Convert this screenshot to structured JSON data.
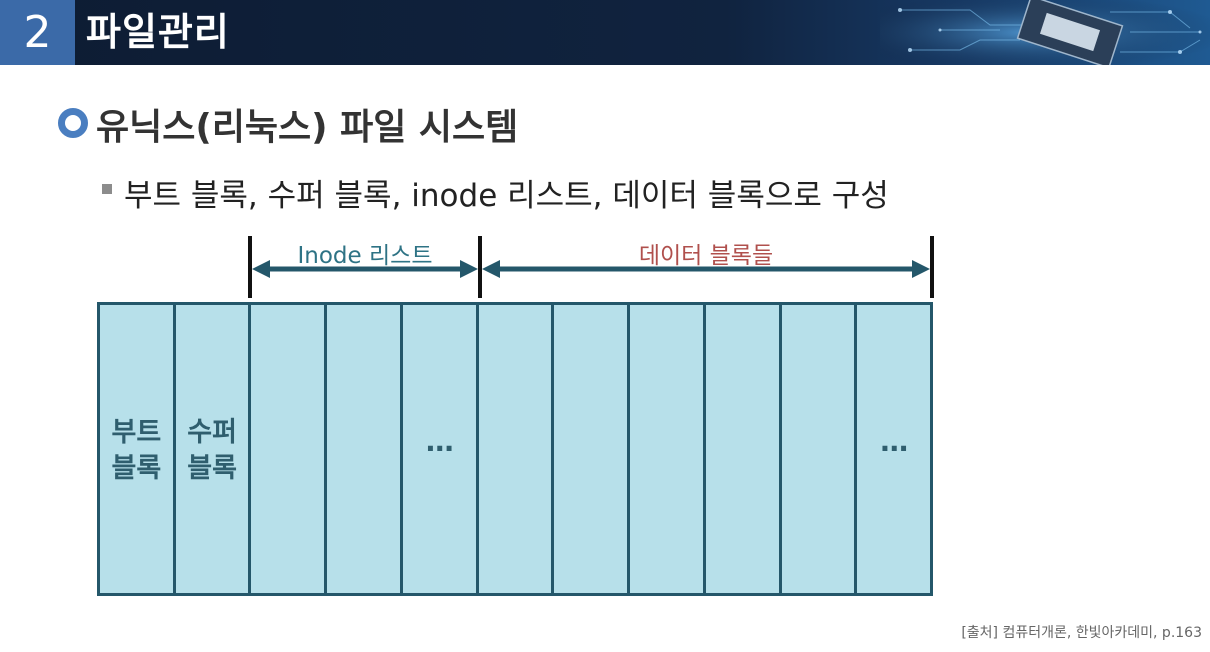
{
  "header": {
    "number": "2",
    "title": "파일관리"
  },
  "heading": "유닉스(리눅스) 파일 시스템",
  "subtext": "부트 블록, 수퍼 블록, inode 리스트, 데이터 블록으로 구성",
  "diagram": {
    "inode_label": "Inode 리스트",
    "data_label": "데이터 블록들",
    "boot_block": {
      "line1": "부트",
      "line2": "블록"
    },
    "super_block": {
      "line1": "수퍼",
      "line2": "블록"
    },
    "ellipsis_inode": "…",
    "ellipsis_data": "…"
  },
  "source": "[출처] 컴퓨터개론, 한빛아카데미, p.163",
  "colors": {
    "header_bg": "#10233f",
    "header_num_bg": "#3b6aa8",
    "accent_bullet": "#4a7ec0",
    "block_fill": "#b7e0ea",
    "block_border": "#24576a",
    "inode_label": "#2e7385",
    "data_label": "#b0504d"
  }
}
